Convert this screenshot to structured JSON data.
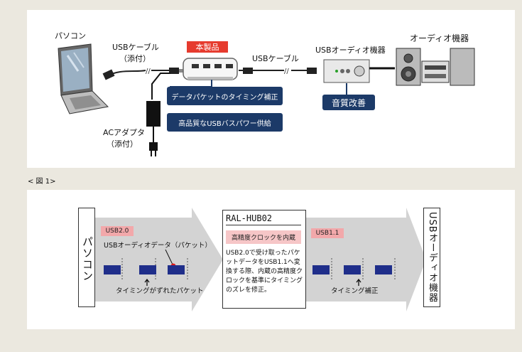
{
  "fig1": {
    "pc_label": "パソコン",
    "cable1_label": "USBケーブル",
    "cable1_sub": "（添付）",
    "product_tag": "本製品",
    "cable2_label": "USBケーブル",
    "usb_audio_label": "USBオーディオ機器",
    "audio_label": "オーディオ機器",
    "feature1": "データパケットのタイミング補正",
    "feature2": "高品質なUSBバスパワー供給",
    "quality": "音質改善",
    "ac_label": "ACアダプタ",
    "ac_sub": "（添付）"
  },
  "caption": "< 図 1>",
  "fig2": {
    "pc_label": "パソコン",
    "usb20_tag": "USB2.0",
    "usb_audio_data": "USBオーディオデータ（パケット）",
    "shifted": "タイミングがずれたパケット",
    "hub_title": "RAL-HUB02",
    "clock_tag": "高精度クロックを内蔵",
    "hub_desc": "USB2.0で受け取ったパケットデータをUSB1.1へ変換する際、内蔵の高精度クロックを基準にタイミングのズレを修正。",
    "usb11_tag": "USB1.1",
    "corrected": "タイミング補正",
    "audio_label": "USBオーディオ機器"
  },
  "colors": {
    "navy": "#1c3a68",
    "red": "#e63b2e",
    "pink": "#f2a8aa",
    "packet": "#1f2e8a",
    "arrow": "#d3d3d3"
  }
}
